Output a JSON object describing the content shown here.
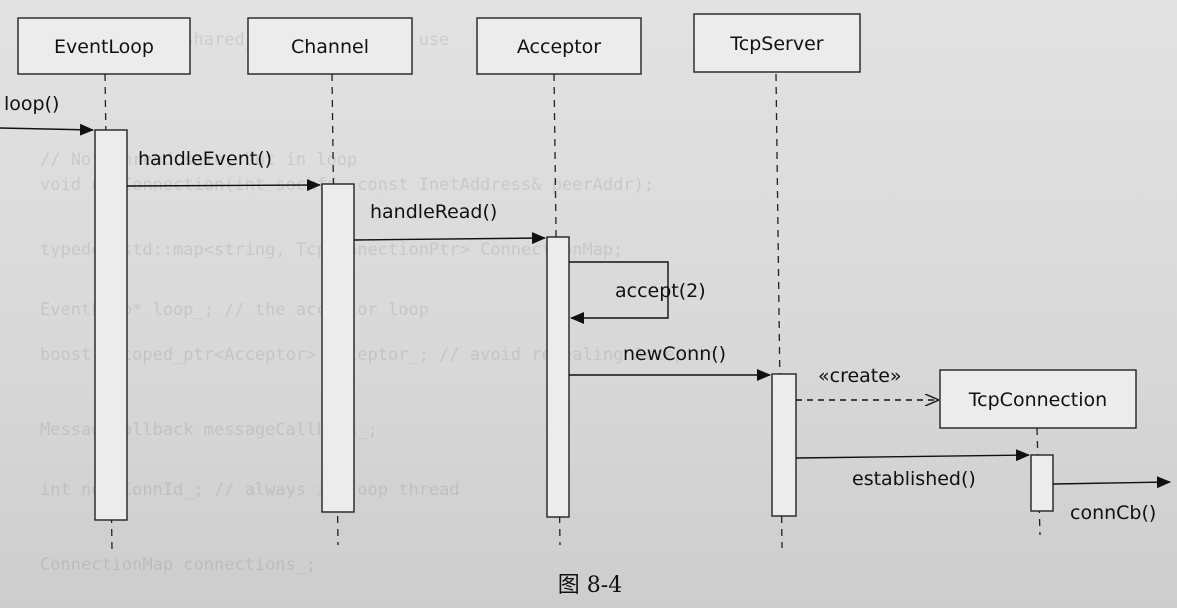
{
  "caption": "图 8-4",
  "participants": [
    {
      "id": "eventloop",
      "label": "EventLoop"
    },
    {
      "id": "channel",
      "label": "Channel"
    },
    {
      "id": "acceptor",
      "label": "Acceptor"
    },
    {
      "id": "tcpserver",
      "label": "TcpServer"
    },
    {
      "id": "tcpconnection",
      "label": "TcpConnection"
    }
  ],
  "messages": [
    {
      "id": "loop",
      "label": "loop()"
    },
    {
      "id": "handleEvent",
      "label": "handleEvent()"
    },
    {
      "id": "handleRead",
      "label": "handleRead()"
    },
    {
      "id": "accept",
      "label": "accept(2)"
    },
    {
      "id": "newConn",
      "label": "newConn()"
    },
    {
      "id": "create",
      "label": "«create»"
    },
    {
      "id": "established",
      "label": "established()"
    },
    {
      "id": "connCb",
      "label": "connCb()"
    }
  ]
}
